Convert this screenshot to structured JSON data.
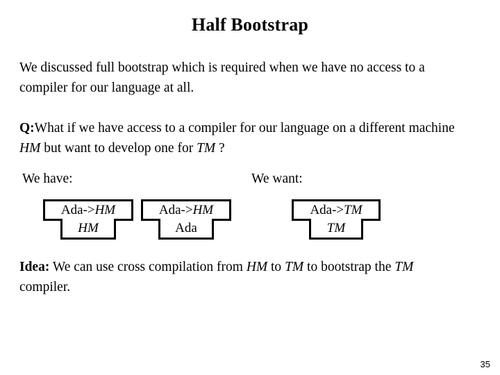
{
  "slide": {
    "title": "Half Bootstrap",
    "page_number": "35",
    "background_color": "#ffffff",
    "text_color": "#000000"
  },
  "intro_paragraph": {
    "text": "We discussed full bootstrap which is required when we have no access to a compiler for our language at all."
  },
  "question_paragraph": {
    "prefix": "Q:",
    "part1": "What if we have access to a compiler for our language on a different machine ",
    "emphasis1": "HM",
    "part2": " but want to develop one for ",
    "emphasis2": "TM",
    "part3": " ?"
  },
  "diagram": {
    "have_label": "We have:",
    "want_label": "We want:",
    "boxes": [
      {
        "group": "have",
        "top_prefix": "Ada->",
        "top_emphasis": "HM",
        "stem_text": "HM",
        "stem_italic": true
      },
      {
        "group": "have",
        "top_prefix": "Ada->",
        "top_emphasis": "HM",
        "stem_text": "Ada",
        "stem_italic": false
      },
      {
        "group": "want",
        "top_prefix": "Ada->",
        "top_emphasis": "TM",
        "stem_text": "TM",
        "stem_italic": true
      }
    ]
  },
  "idea_paragraph": {
    "prefix": "Idea:",
    "part1": " We can use cross compilation from ",
    "emphasis1": "HM",
    "part2": " to ",
    "emphasis2": "TM",
    "part3": " to bootstrap the ",
    "emphasis3": "TM",
    "part4": " compiler."
  }
}
